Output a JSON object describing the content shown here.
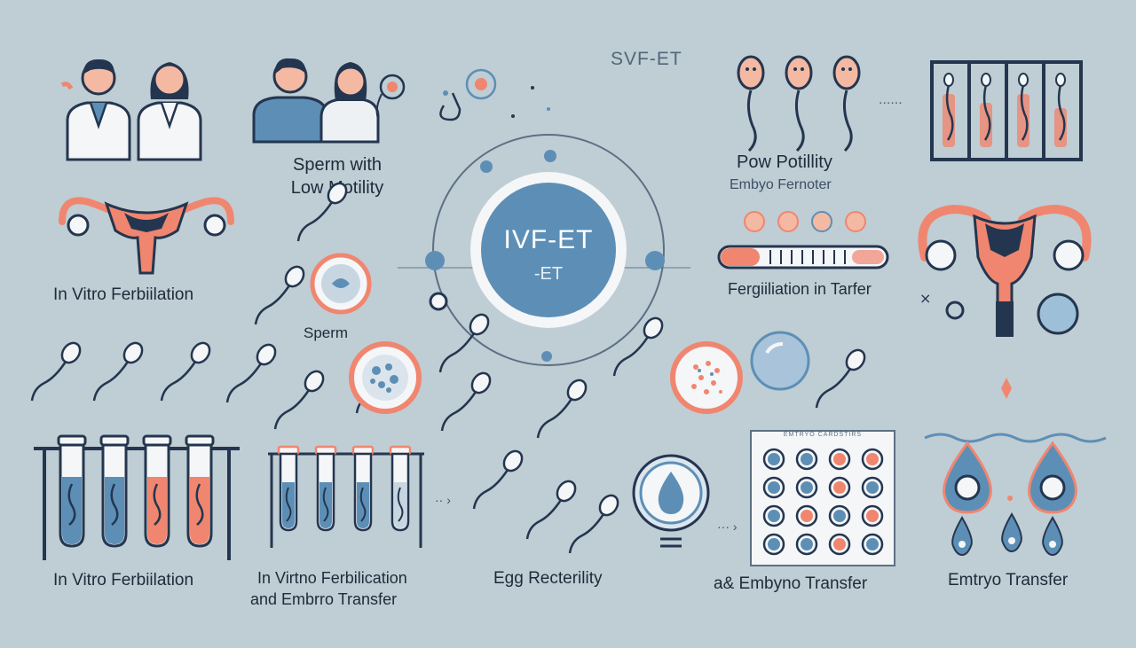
{
  "labels": {
    "top_center": "SVF-ET",
    "sperm_low_motility_line1": "Sperm with",
    "sperm_low_motility_line2": "Low Motility",
    "pow_potility": "Pow Potillity",
    "embryo_fernoter": "Embyo Fernoter",
    "ivf_left": "In Vitro Ferbiilation",
    "sperm": "Sperm",
    "hub_title": "IVF-ET",
    "hub_sub": "-ET",
    "fergillation_tarfer": "Fergiiliation in Tarfer",
    "ivf_bottom_left": "In Vitro Ferbiilation",
    "ivf_et_line1": "In Virtno Ferbilication",
    "ivf_et_line2": "and Embrro Transfer",
    "egg_recterility": "Egg Recterility",
    "embryo_transfer_mid": "a& Embyno Transfer",
    "embryo_transfer_right": "Emtryo Transfer",
    "plate_header": "EMTRYO CARDSTIRS"
  },
  "colors": {
    "background": "#bfcdd4",
    "navy": "#24364f",
    "blue": "#5d8fb6",
    "coral": "#f0866f",
    "light": "#f4f6f8"
  },
  "icons": {
    "doctors": "doctors-couple-icon",
    "couple": "couple-icon",
    "uterus": "uterus-icon",
    "sperm": "sperm-icon",
    "test_tubes": "test-tubes-icon",
    "petri": "petri-dish-icon",
    "plate": "well-plate-icon",
    "droplets": "droplets-icon"
  }
}
